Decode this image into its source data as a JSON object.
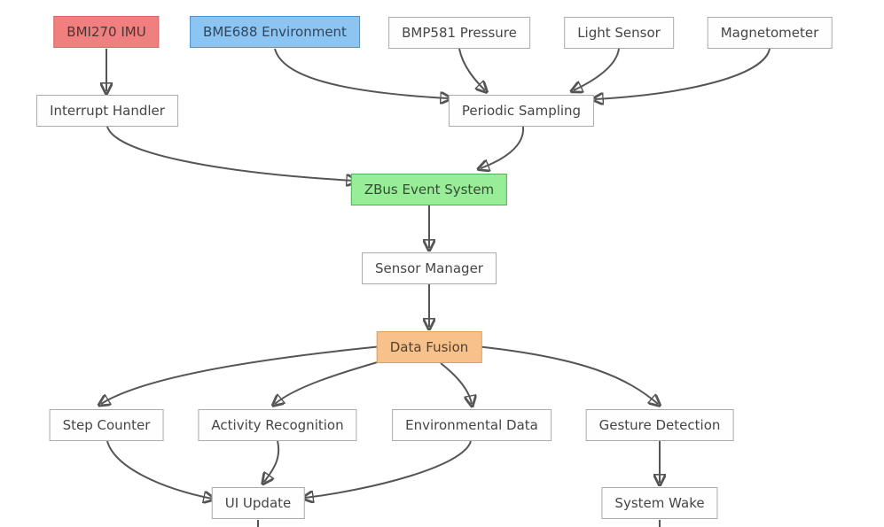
{
  "diagram": {
    "nodes": {
      "bmi270": {
        "label": "BMI270 IMU"
      },
      "bme688": {
        "label": "BME688 Environment"
      },
      "bmp581": {
        "label": "BMP581 Pressure"
      },
      "light_sensor": {
        "label": "Light Sensor"
      },
      "magnetometer": {
        "label": "Magnetometer"
      },
      "interrupt_handler": {
        "label": "Interrupt Handler"
      },
      "periodic_sampling": {
        "label": "Periodic Sampling"
      },
      "zbus": {
        "label": "ZBus Event System"
      },
      "sensor_manager": {
        "label": "Sensor Manager"
      },
      "data_fusion": {
        "label": "Data Fusion"
      },
      "step_counter": {
        "label": "Step Counter"
      },
      "activity_recognition": {
        "label": "Activity Recognition"
      },
      "environmental_data": {
        "label": "Environmental Data"
      },
      "gesture_detection": {
        "label": "Gesture Detection"
      },
      "ui_update": {
        "label": "UI Update"
      },
      "system_wake": {
        "label": "System Wake"
      }
    },
    "edges": [
      {
        "from": "BMI270 IMU",
        "to": "Interrupt Handler"
      },
      {
        "from": "BME688 Environment",
        "to": "Periodic Sampling"
      },
      {
        "from": "BMP581 Pressure",
        "to": "Periodic Sampling"
      },
      {
        "from": "Light Sensor",
        "to": "Periodic Sampling"
      },
      {
        "from": "Magnetometer",
        "to": "Periodic Sampling"
      },
      {
        "from": "Interrupt Handler",
        "to": "ZBus Event System"
      },
      {
        "from": "Periodic Sampling",
        "to": "ZBus Event System"
      },
      {
        "from": "ZBus Event System",
        "to": "Sensor Manager"
      },
      {
        "from": "Sensor Manager",
        "to": "Data Fusion"
      },
      {
        "from": "Data Fusion",
        "to": "Step Counter"
      },
      {
        "from": "Data Fusion",
        "to": "Activity Recognition"
      },
      {
        "from": "Data Fusion",
        "to": "Environmental Data"
      },
      {
        "from": "Data Fusion",
        "to": "Gesture Detection"
      },
      {
        "from": "Step Counter",
        "to": "UI Update"
      },
      {
        "from": "Activity Recognition",
        "to": "UI Update"
      },
      {
        "from": "Environmental Data",
        "to": "UI Update"
      },
      {
        "from": "Gesture Detection",
        "to": "System Wake"
      }
    ],
    "colors": {
      "imu_fill": "#f08080",
      "imu_border": "#d66a6a",
      "env_fill": "#8cc5f2",
      "env_border": "#4d94d0",
      "bus_fill": "#98ee98",
      "bus_border": "#52b152",
      "fusion_fill": "#f7c18c",
      "fusion_border": "#dc9f5a",
      "node_fill": "#fefefe",
      "node_border": "#aaaaaa",
      "edge": "#555555",
      "text": "#454545"
    }
  }
}
